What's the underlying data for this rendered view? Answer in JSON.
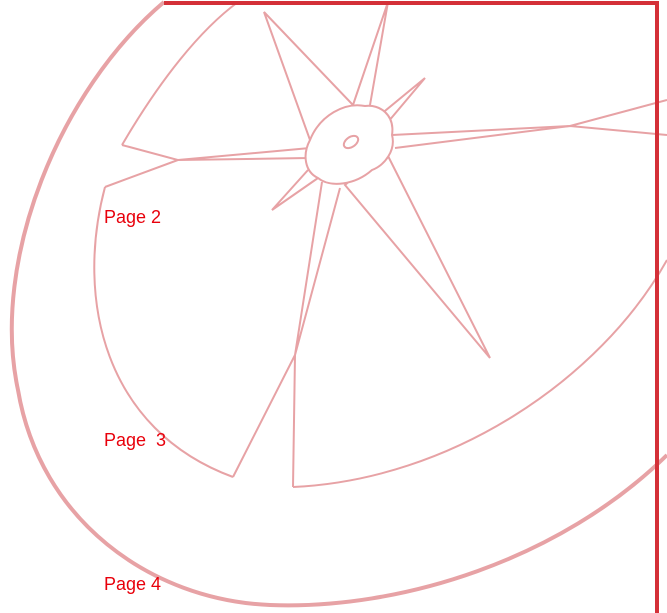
{
  "labels": {
    "page_2": "Page 2",
    "page_3": "Page  3",
    "page_4": "Page 4"
  },
  "colors": {
    "label_text": "#e8000b",
    "line_art": "#e7a2a5",
    "frame": "#d43038",
    "background": "#ffffff"
  },
  "icons": {
    "compass": "compass-star-icon"
  }
}
